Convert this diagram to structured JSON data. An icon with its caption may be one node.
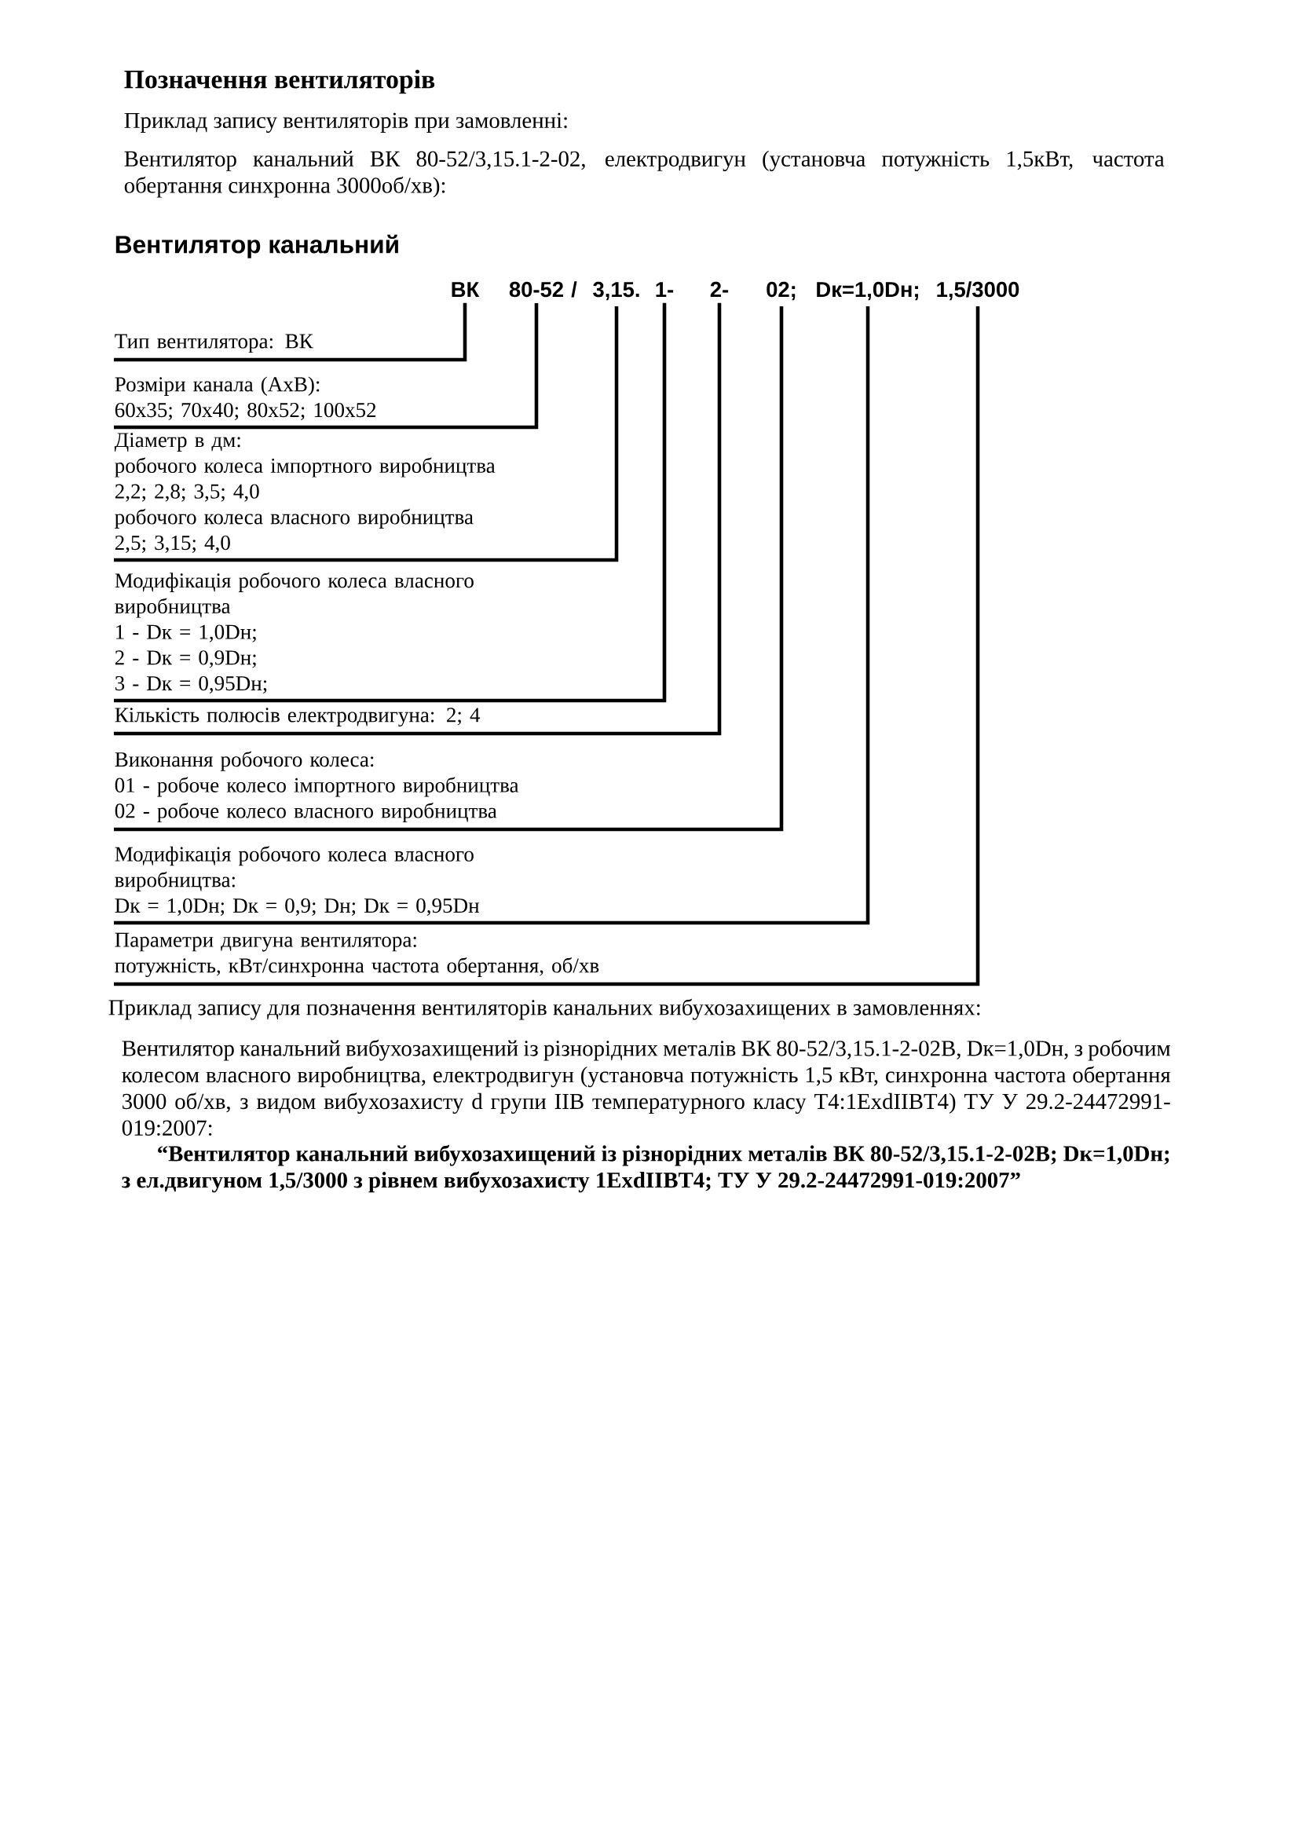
{
  "diagram": {
    "title": "Позначення вентиляторів",
    "nodes": [
      {
        "text": [
          "ВК"
        ]
      },
      {
        "text": [
          "80-52"
        ]
      },
      {
        "text": [
          "3,15."
        ]
      },
      {
        "text": [
          "1-"
        ]
      },
      {
        "text": [
          "2-"
        ]
      },
      {
        "text": [
          "02;"
        ]
      },
      {
        "text": [
          "Dк=1,0Dн;"
        ]
      },
      {
        "text": [
          "1,5/3000"
        ]
      },
      {
        "text": [
          "Тип вентилятора: ВК"
        ]
      },
      {
        "text": [
          "Розміри канала (АхВ):",
          "60х35; 70х40; 80х52; 100х52"
        ]
      },
      {
        "text": [
          "Діаметр в дм:",
          "робочого колеса імпортного виробництва",
          "2,2; 2,8; 3,5; 4,0",
          "робочого колеса власного виробництва",
          "2,5; 3,15; 4,0"
        ]
      },
      {
        "text": [
          "Модифікація робочого колеса власного виробництва",
          "1 - Dк = 1,0Dн;",
          "2 - Dк = 0,9Dн;",
          "3 - Dк = 0,95Dн;"
        ]
      },
      {
        "text": [
          "Кількість полюсів електродвигуна: 2; 4"
        ]
      },
      {
        "text": [
          "Виконання робочого колеса:",
          "01 - робоче колесо імпортного виробництва",
          "02 - робоче колесо власного виробництва"
        ]
      },
      {
        "text": [
          "Модифікація робочого колеса власного виробництва:",
          "Dк = 1,0Dн; Dк = 0,9; Dн; Dк = 0,95Dн"
        ]
      },
      {
        "text": [
          "Параметри двигуна вентилятора:",
          "потужність, кВт/синхронна частота обертання, об/хв"
        ]
      }
    ],
    "edges": [
      {
        "from": 0,
        "to": 8,
        "arrow": "none"
      },
      {
        "from": 1,
        "to": 9,
        "arrow": "none"
      },
      {
        "from": 2,
        "to": 10,
        "arrow": "none"
      },
      {
        "from": 3,
        "to": 11,
        "arrow": "none"
      },
      {
        "from": 4,
        "to": 12,
        "arrow": "none"
      },
      {
        "from": 5,
        "to": 13,
        "arrow": "none"
      },
      {
        "from": 6,
        "to": 14,
        "arrow": "none"
      },
      {
        "from": 7,
        "to": 15,
        "arrow": "none"
      }
    ],
    "labels": [
      "Приклад запису вентиляторів при замовленні:",
      "Вентилятор канальний ВК 80-52/3,15.1-2-02, електродвигун (установча потужність 1,5кВт, частота обертання синхронна 3000об/хв):",
      "Вентилятор канальний",
      "/",
      "Приклад запису для позначення вентиляторів канальних вибухозахищених в замовленнях:",
      "Вентилятор канальний вибухозахищений із різнорідних металів ВК 80-52/3,15.1-2-02В, Dк=1,0Dн, з робочим колесом власного виробництва, електродвигун (установча потужність 1,5 кВт, синхронна частота обертання 3000 об/хв, з видом вибухозахисту d групи IIВ температурного класу Т4:1ExdIIBT4)  ТУ У 29.2-24472991-019:2007:",
      "“Вентилятор канальний вибухозахищений із різнорідних металів ВК 80-52/3,15.1-2-02В; Dк=1,0Dн; з ел.двигуном 1,5/3000 з рівнем вибухозахисту 1ExdIIBT4; ТУ У 29.2-24472991-019:2007”"
    ]
  }
}
